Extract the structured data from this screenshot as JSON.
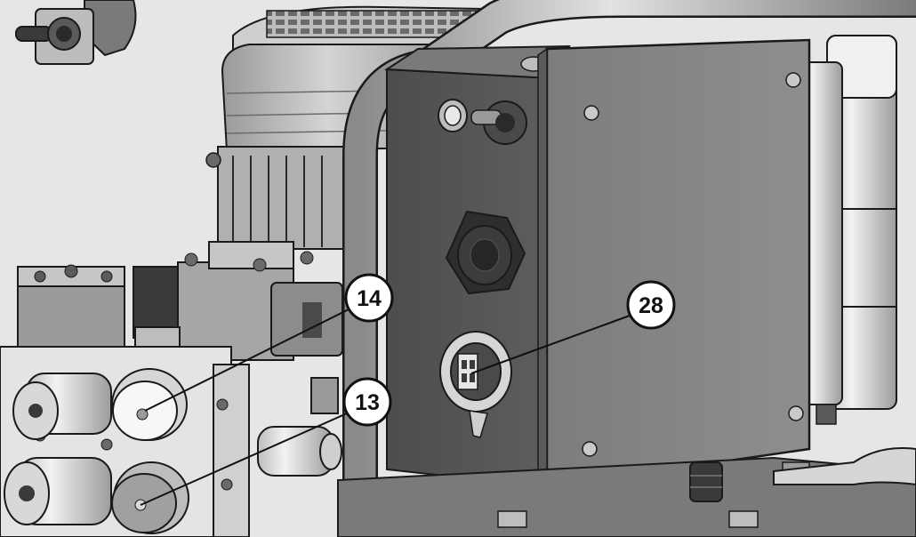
{
  "figure": {
    "callouts": [
      {
        "id": "14",
        "label": "14"
      },
      {
        "id": "13",
        "label": "13"
      },
      {
        "id": "28",
        "label": "28"
      }
    ]
  },
  "colors": {
    "background": "#e6e6e6",
    "housing_dark": "#6f6f6f",
    "housing_face": "#8a8a8a",
    "metal_light": "#d9d9d9",
    "outline": "#1a1a1a",
    "callout_fill": "#ffffff"
  },
  "icons": {
    "toggle_switch": "toggle-switch-icon",
    "indicator_lamp": "indicator-lamp-icon",
    "cable_gland": "cable-gland-icon",
    "connector_socket": "connector-socket-icon"
  }
}
